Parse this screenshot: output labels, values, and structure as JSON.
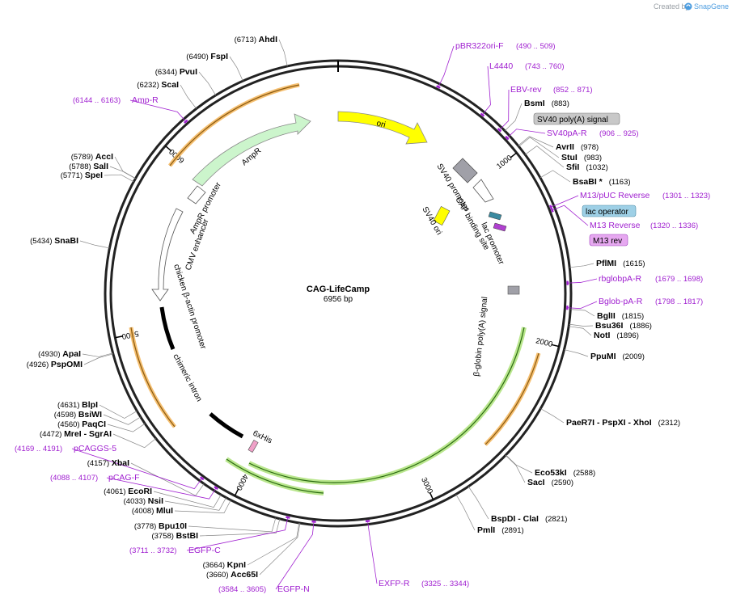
{
  "watermark": {
    "prefix": "Created by",
    "brand": "SnapGene"
  },
  "plasmid": {
    "name": "CAG-LifeCamp",
    "size": "6956 bp",
    "length": 6956
  },
  "ticks": [
    {
      "text": "1000",
      "pos": 1000
    },
    {
      "text": "2000",
      "pos": 2000
    },
    {
      "text": "3000",
      "pos": 3000
    },
    {
      "text": "4000",
      "pos": 4000
    },
    {
      "text": "5000",
      "pos": 5000
    },
    {
      "text": "6000",
      "pos": 6000
    }
  ],
  "enzymes": [
    {
      "name": "AhdI",
      "pos_text": "(6713)",
      "pos": 6713
    },
    {
      "name": "FspI",
      "pos_text": "(6490)",
      "pos": 6490
    },
    {
      "name": "PvuI",
      "pos_text": "(6344)",
      "pos": 6344
    },
    {
      "name": "ScaI",
      "pos_text": "(6232)",
      "pos": 6232
    },
    {
      "name": "AccI",
      "pos_text": "(5789)",
      "pos": 5789
    },
    {
      "name": "SalI",
      "pos_text": "(5788)",
      "pos": 5788
    },
    {
      "name": "SpeI",
      "pos_text": "(5771)",
      "pos": 5771
    },
    {
      "name": "SnaBI",
      "pos_text": "(5434)",
      "pos": 5434
    },
    {
      "name": "ApaI",
      "pos_text": "(4930)",
      "pos": 4930
    },
    {
      "name": "PspOMI",
      "pos_text": "(4926)",
      "pos": 4926
    },
    {
      "name": "BlpI",
      "pos_text": "(4631)",
      "pos": 4631
    },
    {
      "name": "BsiWI",
      "pos_text": "(4598)",
      "pos": 4598
    },
    {
      "name": "PaqCI",
      "pos_text": "(4560)",
      "pos": 4560
    },
    {
      "name": "MreI - SgrAI",
      "pos_text": "(4472)",
      "pos": 4472
    },
    {
      "name": "XbaI",
      "pos_text": "(4157)",
      "pos": 4157
    },
    {
      "name": "EcoRI",
      "pos_text": "(4061)",
      "pos": 4061
    },
    {
      "name": "NsiI",
      "pos_text": "(4033)",
      "pos": 4033
    },
    {
      "name": "MluI",
      "pos_text": "(4008)",
      "pos": 4008
    },
    {
      "name": "Bpu10I",
      "pos_text": "(3778)",
      "pos": 3778
    },
    {
      "name": "BstBI",
      "pos_text": "(3758)",
      "pos": 3758
    },
    {
      "name": "KpnI",
      "pos_text": "(3664)",
      "pos": 3664
    },
    {
      "name": "Acc65I",
      "pos_text": "(3660)",
      "pos": 3660
    },
    {
      "name": "BsmI",
      "pos_text": "(883)",
      "pos": 883
    },
    {
      "name": "AvrII",
      "pos_text": "(978)",
      "pos": 978
    },
    {
      "name": "StuI",
      "pos_text": "(983)",
      "pos": 983
    },
    {
      "name": "SfiI",
      "pos_text": "(1032)",
      "pos": 1032
    },
    {
      "name": "BsaBI *",
      "pos_text": "(1163)",
      "pos": 1163
    },
    {
      "name": "PflMI",
      "pos_text": "(1615)",
      "pos": 1615
    },
    {
      "name": "BglII",
      "pos_text": "(1815)",
      "pos": 1815
    },
    {
      "name": "Bsu36I",
      "pos_text": "(1886)",
      "pos": 1886
    },
    {
      "name": "NotI",
      "pos_text": "(1896)",
      "pos": 1896
    },
    {
      "name": "PpuMI",
      "pos_text": "(2009)",
      "pos": 2009
    },
    {
      "name": "PaeR7I - PspXI - XhoI",
      "pos_text": "(2312)",
      "pos": 2312
    },
    {
      "name": "Eco53kI",
      "pos_text": "(2588)",
      "pos": 2588
    },
    {
      "name": "SacI",
      "pos_text": "(2590)",
      "pos": 2590
    },
    {
      "name": "BspDI - ClaI",
      "pos_text": "(2821)",
      "pos": 2821
    },
    {
      "name": "PmlI",
      "pos_text": "(2891)",
      "pos": 2891
    }
  ],
  "primers": [
    {
      "name": "pBR322ori-F",
      "range": "(490 .. 509)",
      "pos": 500
    },
    {
      "name": "L4440",
      "range": "(743 .. 760)",
      "pos": 752
    },
    {
      "name": "EBV-rev",
      "range": "(852 .. 871)",
      "pos": 862
    },
    {
      "name": "SV40pA-R",
      "range": "(906 .. 925)",
      "pos": 915
    },
    {
      "name": "M13/pUC Reverse",
      "range": "(1301 .. 1323)",
      "pos": 1312
    },
    {
      "name": "M13 Reverse",
      "range": "(1320 .. 1336)",
      "pos": 1328
    },
    {
      "name": "rbglobpA-R",
      "range": "(1679 .. 1698)",
      "pos": 1689
    },
    {
      "name": "Bglob-pA-R",
      "range": "(1798 .. 1817)",
      "pos": 1808
    },
    {
      "name": "EXFP-R",
      "range": "(3325 .. 3344)",
      "pos": 3335
    },
    {
      "name": "EGFP-N",
      "range": "(3584 .. 3605)",
      "pos": 3595
    },
    {
      "name": "EGFP-C",
      "range": "(3711 .. 3732)",
      "pos": 3722
    },
    {
      "name": "pCAG-F",
      "range": "(4088 .. 4107)",
      "pos": 4098
    },
    {
      "name": "pCAGGS-5",
      "range": "(4169 .. 4191)",
      "pos": 4180
    },
    {
      "name": "Amp-R",
      "range": "(6144 .. 6163)",
      "pos": 6154
    }
  ],
  "boxed_features": [
    {
      "name": "SV40 poly(A) signal",
      "fill": "#c8c8c8"
    },
    {
      "name": "lac operator",
      "fill": "#9ed0e6"
    },
    {
      "name": "M13 rev",
      "fill": "#e6a8f0"
    }
  ],
  "features": [
    {
      "name": "ori"
    },
    {
      "name": "AmpR"
    },
    {
      "name": "AmpR promoter"
    },
    {
      "name": "CMV enhancer"
    },
    {
      "name": "chicken β-actin promoter"
    },
    {
      "name": "chimeric intron"
    },
    {
      "name": "6xHis"
    },
    {
      "name": "SV40 promoter"
    },
    {
      "name": "CAP binding site"
    },
    {
      "name": "lac promoter"
    },
    {
      "name": "SV40 ori"
    },
    {
      "name": "β-globin poly(A) signal"
    }
  ],
  "colors": {
    "ori": "#ffff00",
    "ampr": "#ccf5cc",
    "promoter": "#ffffff",
    "orf_outline": "#f4b860",
    "green_glow": "#a8e070",
    "grey_feature": "#a0a0a8",
    "primer": "#a020d0",
    "brand": "#4d9de0"
  }
}
